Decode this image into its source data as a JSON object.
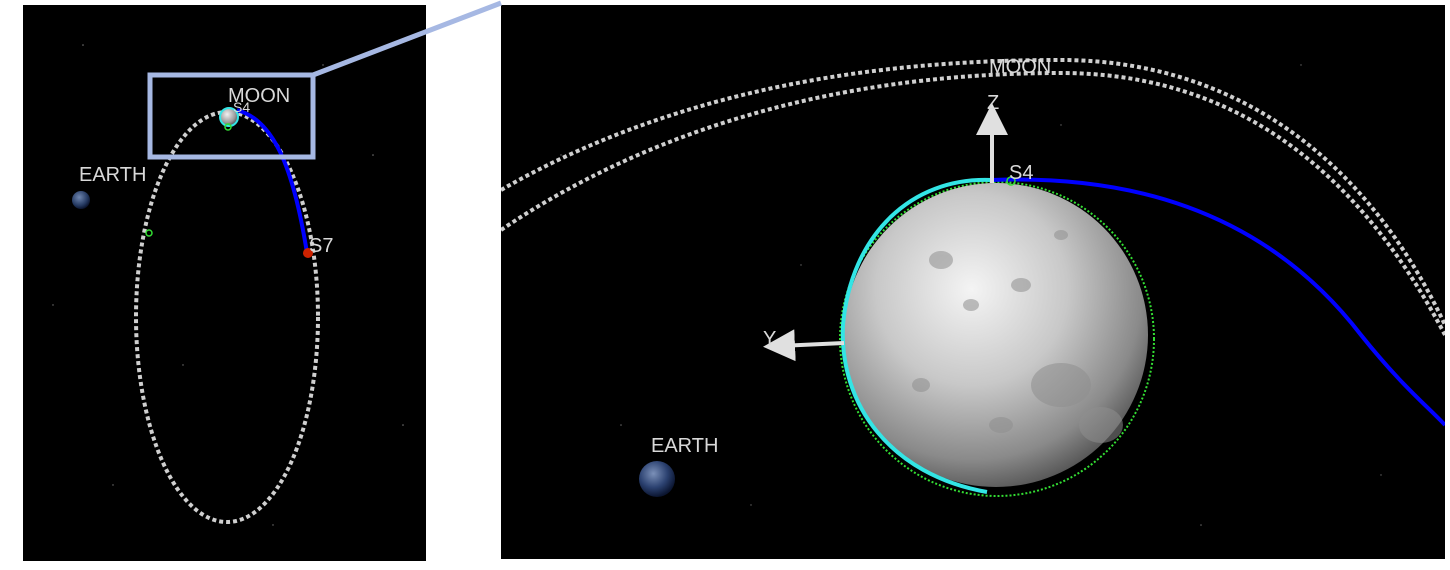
{
  "left_view": {
    "labels": {
      "moon": "MOON",
      "earth": "EARTH",
      "s4": "S4",
      "s7": "S7"
    }
  },
  "right_view": {
    "labels": {
      "moon": "MOON",
      "earth": "EARTH",
      "s4": "S4",
      "z_axis": "Z",
      "y_axis": "Y"
    }
  },
  "colors": {
    "background": "#000000",
    "trajectory": "#0000ff",
    "lunar_orbit_path": "#cfcfcf",
    "low_lunar_orbit": "#33e5e5",
    "green_track": "#33dd33",
    "zoom_box": "#a6b8e3",
    "s7_marker": "#cc2200"
  },
  "icons": {
    "moon_body": "moon-sphere-icon",
    "earth_body": "earth-sphere-icon",
    "axis_arrows": "arrow-icon"
  }
}
